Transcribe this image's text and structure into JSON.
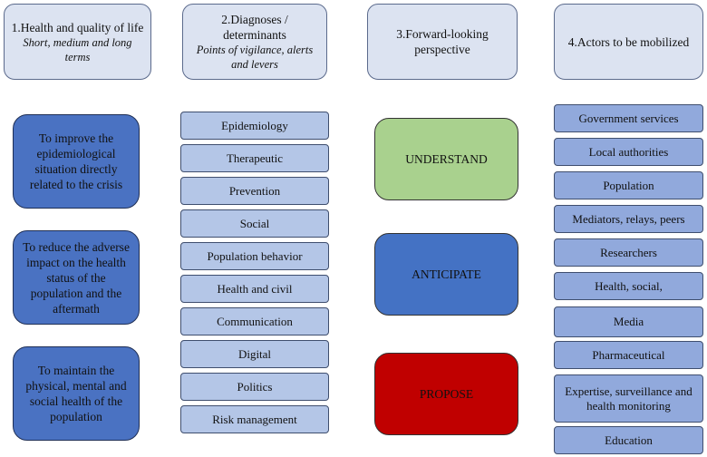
{
  "headers": [
    {
      "title": "1.Health and quality of life",
      "subtitle": "Short, medium and long terms"
    },
    {
      "title": "2.Diagnoses / determinants",
      "subtitle": "Points of vigilance, alerts and levers"
    },
    {
      "title": "3.Forward-looking perspective",
      "subtitle": ""
    },
    {
      "title": "4.Actors to be mobilized",
      "subtitle": ""
    }
  ],
  "goals": [
    "To improve the epidemiological situation directly related to the crisis",
    "To reduce the adverse impact on the health status of the population and the aftermath",
    "To maintain the physical, mental and social health of the population"
  ],
  "determinants": [
    "Epidemiology",
    "Therapeutic",
    "Prevention",
    "Social",
    "Population behavior",
    "Health and civil",
    "Communication",
    "Digital",
    "Politics",
    "Risk management"
  ],
  "actions": [
    "UNDERSTAND",
    "ANTICIPATE",
    "PROPOSE"
  ],
  "actors": [
    "Government services",
    "Local authorities",
    "Population",
    "Mediators, relays, peers",
    "Researchers",
    "Health, social,",
    "Media",
    "Pharmaceutical",
    "Expertise, surveillance and health monitoring",
    "Education"
  ],
  "colors": {
    "header_fill": "#dce3f1",
    "goal_fill": "#4a72c2",
    "determinant_fill": "#b4c6e7",
    "actor_fill": "#91a9dc",
    "understand": "#a9d18e",
    "anticipate": "#4472c4",
    "propose": "#c00000"
  }
}
